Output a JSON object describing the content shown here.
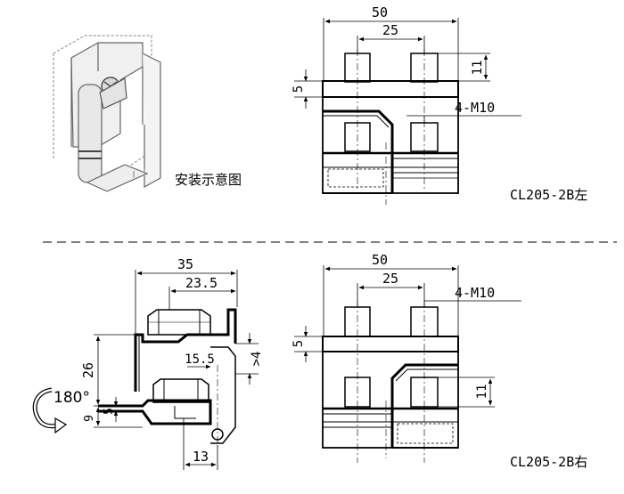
{
  "install_caption": "安装示意图",
  "top_view": {
    "caption": "CL205-2B左",
    "dim_overall": "50",
    "dim_bolt_spacing": "25",
    "dim_stud_height": "11",
    "dim_plate": "5",
    "thread_label": "4-M10"
  },
  "side_view": {
    "dim_width": "35",
    "dim_inner": "23.5",
    "dim_height": "26",
    "dim_slot": "15.5",
    "dim_gap": ">4",
    "dim_base": "9",
    "dim_step": "5",
    "dim_foot": "13",
    "rotation_label": "180°"
  },
  "bottom_view": {
    "caption": "CL205-2B右",
    "dim_overall": "50",
    "dim_bolt_spacing": "25",
    "dim_plate": "5",
    "dim_stud_height": "11",
    "thread_label": "4-M10"
  }
}
